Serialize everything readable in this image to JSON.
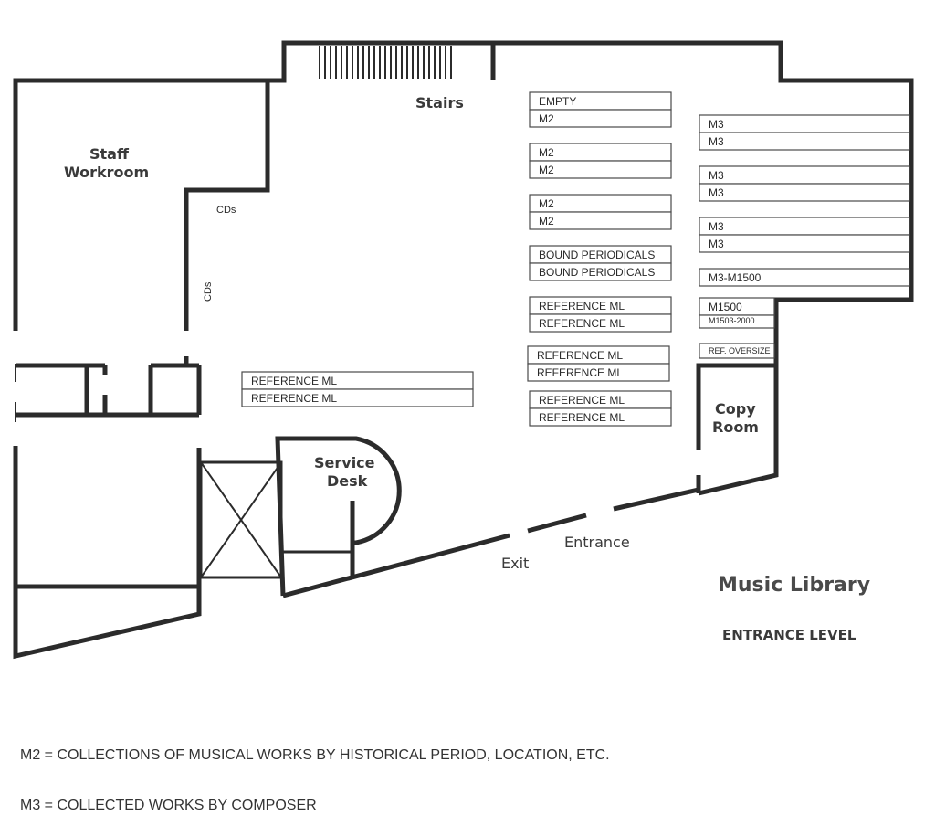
{
  "map": {
    "title": "Music Library",
    "subtitle": "ENTRANCE LEVEL",
    "labels": {
      "stairs": "Stairs",
      "staff_workroom_line1": "Staff",
      "staff_workroom_line2": "Workroom",
      "cds_1": "CDs",
      "cds_2": "CDs",
      "service_desk_line1": "Service",
      "service_desk_line2": "Desk",
      "copy_room_line1": "Copy",
      "copy_room_line2": "Room",
      "entrance": "Entrance",
      "exit": "Exit"
    },
    "shelves": {
      "col_a": [
        "EMPTY",
        "M2",
        "M2",
        "M2",
        "M2",
        "M2",
        "BOUND PERIODICALS",
        "BOUND PERIODICALS",
        "REFERENCE ML",
        "REFERENCE ML",
        "REFERENCE ML",
        "REFERENCE ML",
        "REFERENCE ML",
        "REFERENCE ML"
      ],
      "col_b": [
        "M3",
        "M3",
        "M3",
        "M3",
        "M3",
        "M3",
        "M3-M1500"
      ],
      "col_c": [
        "M1500",
        "M1503-2000",
        "REF. OVERSIZE"
      ],
      "left": [
        "REFERENCE ML",
        "REFERENCE ML"
      ]
    }
  },
  "legend": [
    "M2 = COLLECTIONS OF MUSICAL WORKS BY HISTORICAL PERIOD, LOCATION, ETC.",
    "M3 = COLLECTED WORKS BY COMPOSER"
  ]
}
